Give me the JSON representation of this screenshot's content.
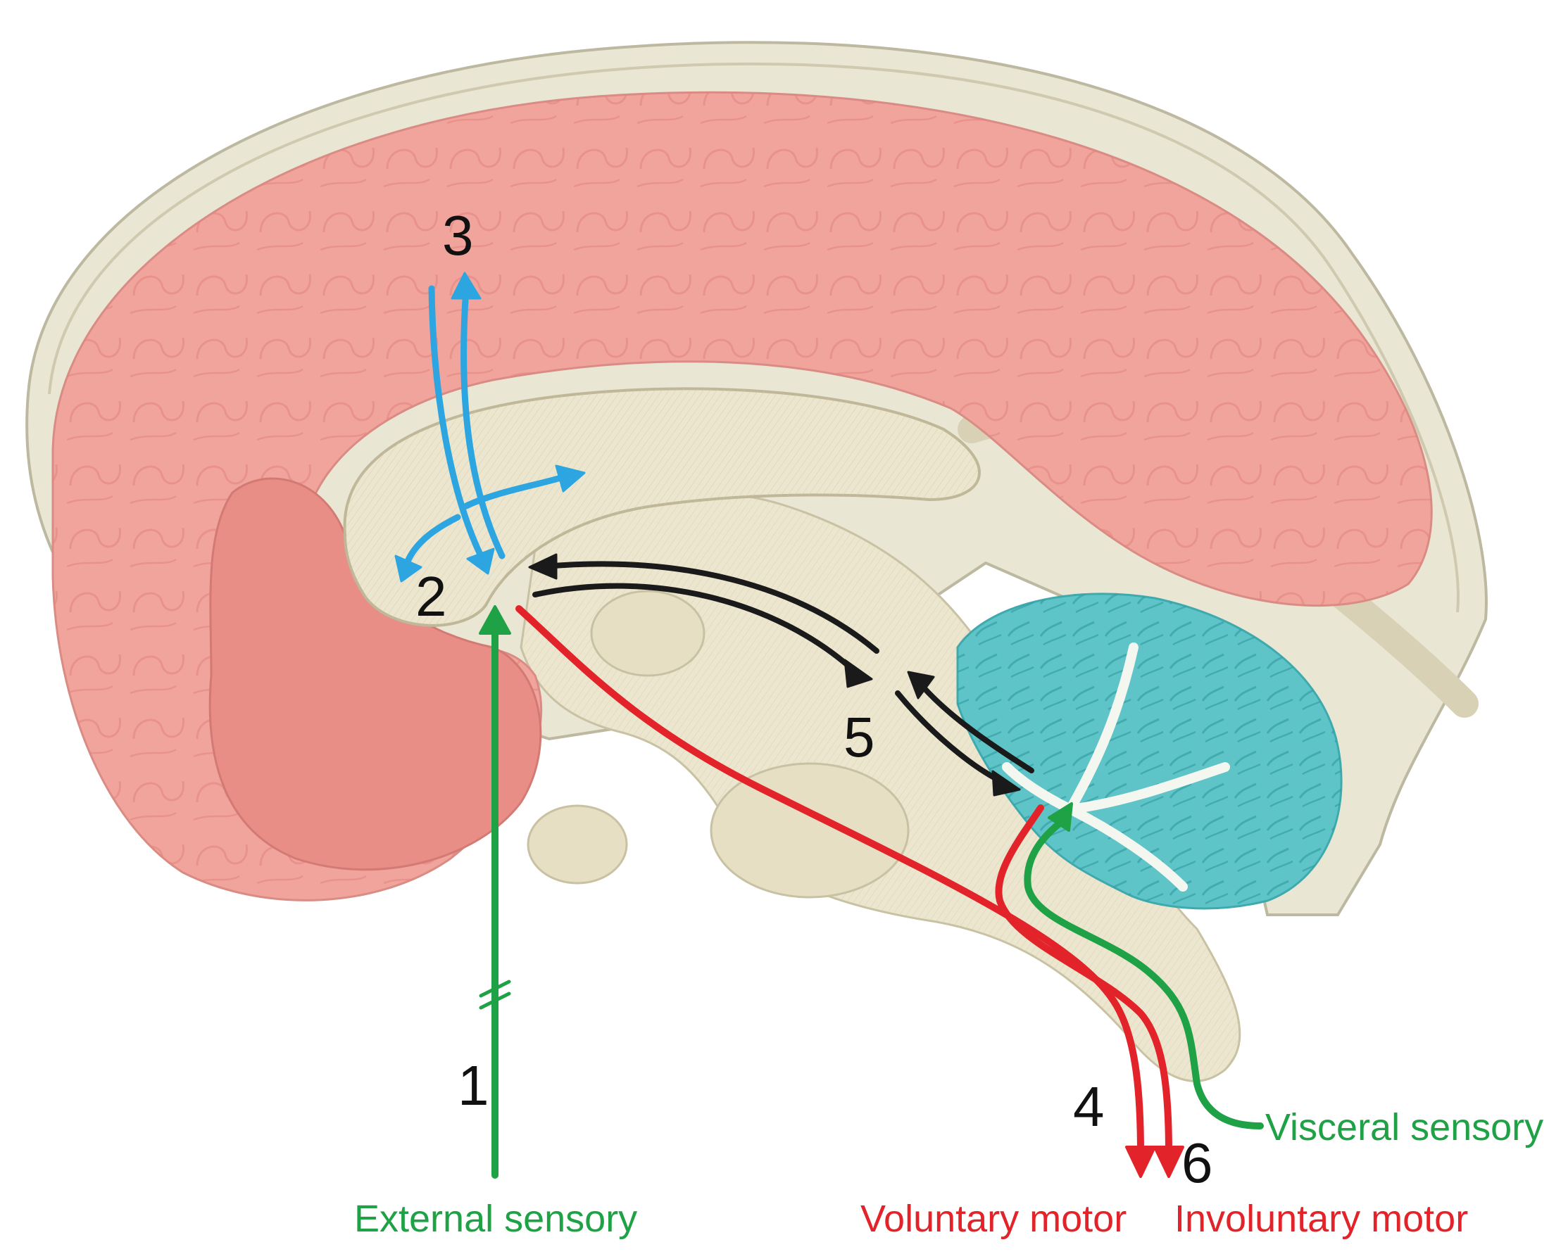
{
  "colors": {
    "background": "#ffffff",
    "skull": "#e9e6d4",
    "skull_outline": "#bdb8a0",
    "brain_tissue": "#ece6cf",
    "cerebrum": "#f0a49c",
    "cerebrum_shadow": "#e4847f",
    "cerebellum": "#5ec4c8",
    "cerebellum_detail": "#2e9aa0",
    "external_sensory": "#1fa146",
    "visceral_sensory": "#1fa146",
    "voluntary_motor": "#e3232a",
    "involuntary_motor": "#e3232a",
    "cortical_pathway": "#2da5e0",
    "cerebellar_loop": "#1a1a1a"
  },
  "numbers": {
    "n1": "1",
    "n2": "2",
    "n3": "3",
    "n4": "4",
    "n5": "5",
    "n6": "6"
  },
  "labels": {
    "external_sensory": "External sensory",
    "visceral_sensory": "Visceral sensory",
    "voluntary_motor": "Voluntary motor",
    "involuntary_motor": "Involuntary motor"
  }
}
